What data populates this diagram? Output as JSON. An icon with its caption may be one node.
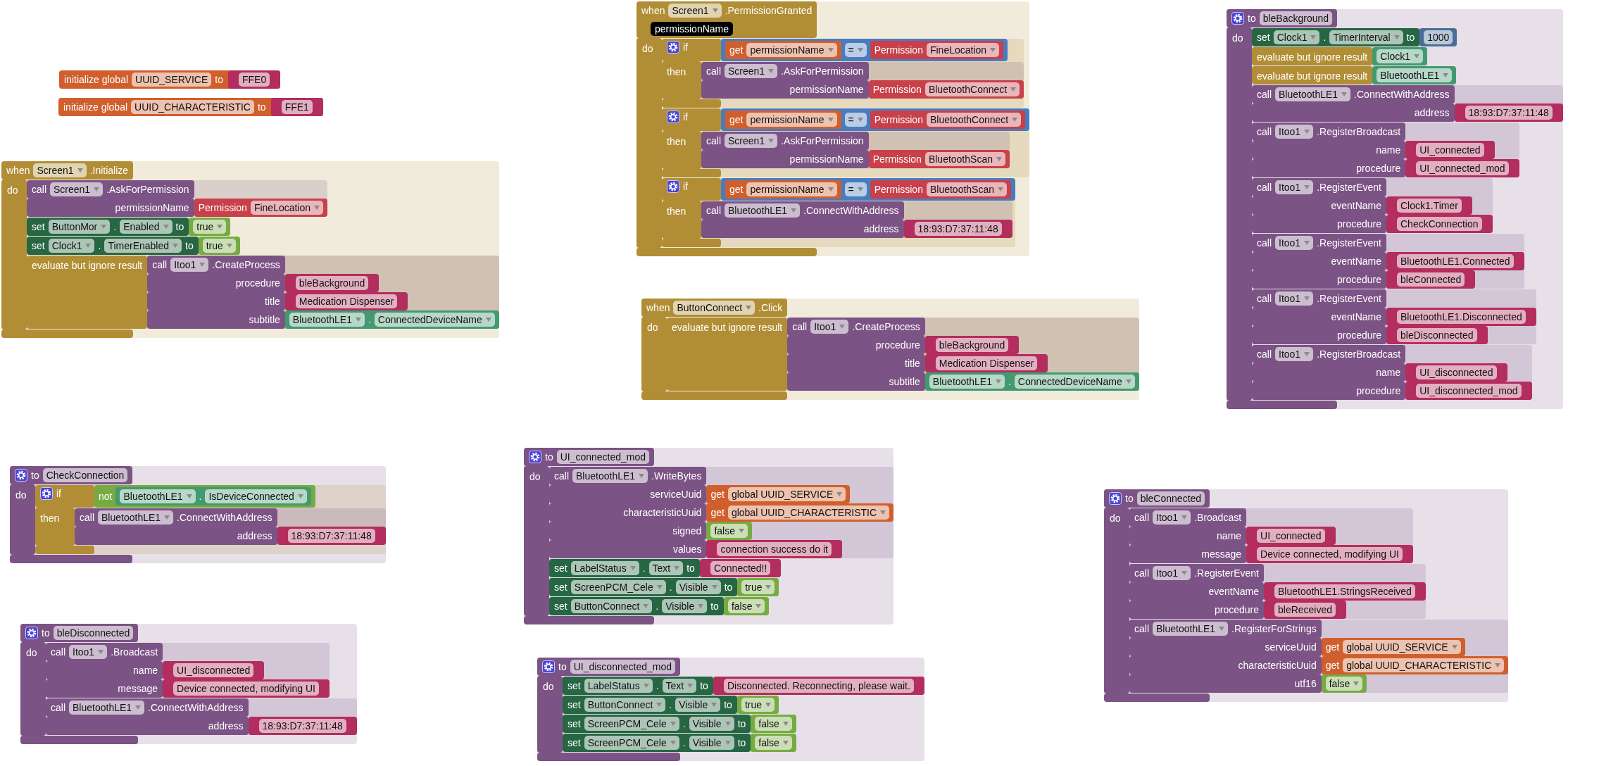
{
  "diagram": {
    "nodes": [
      {
        "text": [
          "initialize global",
          "UUID_SERVICE",
          "to"
        ]
      },
      {
        "text": [
          "FFE0"
        ],
        "in": 0
      },
      {
        "text": [
          "initialize global",
          "UUID_CHARACTERISTIC",
          "to"
        ]
      },
      {
        "text": [
          "FFE1"
        ],
        "in": 2
      },
      {
        "text": [
          "when",
          "Screen1",
          ".PermissionGranted",
          "permissionName",
          "do"
        ]
      },
      {
        "text": [
          "if",
          "then"
        ],
        "in": 4
      },
      {
        "text": [
          "="
        ],
        "in": 5
      },
      {
        "text": [
          "get",
          "permissionName"
        ],
        "in": 6
      },
      {
        "text": [
          "Permission",
          "FineLocation"
        ],
        "in": 6
      },
      {
        "text": [
          "call",
          "Screen1",
          ".AskForPermission",
          "permissionName"
        ],
        "in": 5
      },
      {
        "text": [
          "Permission",
          "BluetoothConnect"
        ],
        "in": 9
      },
      {
        "text": [
          "if",
          "then"
        ],
        "in": 4
      },
      {
        "text": [
          "="
        ],
        "in": 11
      },
      {
        "text": [
          "get",
          "permissionName"
        ],
        "in": 12
      },
      {
        "text": [
          "Permission",
          "BluetoothConnect"
        ],
        "in": 12
      },
      {
        "text": [
          "call",
          "Screen1",
          ".AskForPermission",
          "permissionName"
        ],
        "in": 11
      },
      {
        "text": [
          "Permission",
          "BluetoothScan"
        ],
        "in": 15
      },
      {
        "text": [
          "if",
          "then"
        ],
        "in": 4
      },
      {
        "text": [
          "="
        ],
        "in": 17
      },
      {
        "text": [
          "get",
          "permissionName"
        ],
        "in": 18
      },
      {
        "text": [
          "Permission",
          "BluetoothScan"
        ],
        "in": 18
      },
      {
        "text": [
          "call",
          "BluetoothLE1",
          ".ConnectWithAddress",
          "address"
        ],
        "in": 17
      },
      {
        "text": [
          "18:93:D7:37:11:48"
        ],
        "in": 21
      },
      {
        "text": [
          "to",
          "bleBackground",
          "do"
        ]
      },
      {
        "text": [
          "set",
          "Clock1",
          ".",
          "TimerInterval",
          "to"
        ],
        "in": 23
      },
      {
        "text": [
          "1000"
        ],
        "in": 24
      },
      {
        "text": [
          "evaluate but ignore result"
        ],
        "in": 23
      },
      {
        "text": [
          "Clock1"
        ],
        "in": 26
      },
      {
        "text": [
          "evaluate but ignore result"
        ],
        "in": 23
      },
      {
        "text": [
          "BluetoothLE1"
        ],
        "in": 28
      },
      {
        "text": [
          "call",
          "BluetoothLE1",
          ".ConnectWithAddress",
          "address"
        ],
        "in": 23
      },
      {
        "text": [
          "18:93:D7:37:11:48"
        ],
        "in": 30
      },
      {
        "text": [
          "call",
          "Itoo1",
          ".RegisterBroadcast",
          "name",
          "procedure"
        ],
        "in": 23
      },
      {
        "text": [
          "UI_connected"
        ],
        "in": 32
      },
      {
        "text": [
          "UI_connected_mod"
        ],
        "in": 32
      },
      {
        "text": [
          "call",
          "Itoo1",
          ".RegisterEvent",
          "eventName",
          "procedure"
        ],
        "in": 23
      },
      {
        "text": [
          "Clock1.Timer"
        ],
        "in": 35
      },
      {
        "text": [
          "CheckConnection"
        ],
        "in": 35
      },
      {
        "text": [
          "call",
          "Itoo1",
          ".RegisterEvent",
          "eventName",
          "procedure"
        ],
        "in": 23
      },
      {
        "text": [
          "BluetoothLE1.Connected"
        ],
        "in": 38
      },
      {
        "text": [
          "bleConnected"
        ],
        "in": 38
      },
      {
        "text": [
          "call",
          "Itoo1",
          ".RegisterEvent",
          "eventName",
          "procedure"
        ],
        "in": 23
      },
      {
        "text": [
          "BluetoothLE1.Disconnected"
        ],
        "in": 41
      },
      {
        "text": [
          "bleDisconnected"
        ],
        "in": 41
      },
      {
        "text": [
          "call",
          "Itoo1",
          ".RegisterBroadcast",
          "name",
          "procedure"
        ],
        "in": 23
      },
      {
        "text": [
          "UI_disconnected"
        ],
        "in": 44
      },
      {
        "text": [
          "UI_disconnected_mod"
        ],
        "in": 44
      },
      {
        "text": [
          "when",
          "Screen1",
          ".Initialize",
          "do"
        ]
      },
      {
        "text": [
          "call",
          "Screen1",
          ".AskForPermission",
          "permissionName"
        ],
        "in": 47
      },
      {
        "text": [
          "Permission",
          "FineLocation"
        ],
        "in": 48
      },
      {
        "text": [
          "set",
          "ButtonMor",
          ".",
          "Enabled",
          "to"
        ],
        "in": 47
      },
      {
        "text": [
          "true"
        ],
        "in": 50
      },
      {
        "text": [
          "set",
          "Clock1",
          ".",
          "TimerEnabled",
          "to"
        ],
        "in": 47
      },
      {
        "text": [
          "true"
        ],
        "in": 52
      },
      {
        "text": [
          "evaluate but ignore result"
        ],
        "in": 47
      },
      {
        "text": [
          "call",
          "Itoo1",
          ".CreateProcess",
          "procedure",
          "title",
          "subtitle"
        ],
        "in": 54
      },
      {
        "text": [
          "bleBackground"
        ],
        "in": 55
      },
      {
        "text": [
          "Medication Dispenser"
        ],
        "in": 55
      },
      {
        "text": [
          "BluetoothLE1",
          ".",
          "ConnectedDeviceName"
        ],
        "in": 55
      },
      {
        "text": [
          "when",
          "ButtonConnect",
          ".Click",
          "do"
        ]
      },
      {
        "text": [
          "evaluate but ignore result"
        ],
        "in": 59
      },
      {
        "text": [
          "call",
          "Itoo1",
          ".CreateProcess",
          "procedure",
          "title",
          "subtitle"
        ],
        "in": 60
      },
      {
        "text": [
          "bleBackground"
        ],
        "in": 61
      },
      {
        "text": [
          "Medication Dispenser"
        ],
        "in": 61
      },
      {
        "text": [
          "BluetoothLE1",
          ".",
          "ConnectedDeviceName"
        ],
        "in": 61
      },
      {
        "text": [
          "to",
          "CheckConnection",
          "do"
        ]
      },
      {
        "text": [
          "if",
          "then"
        ],
        "in": 65
      },
      {
        "text": [
          "not"
        ],
        "in": 66
      },
      {
        "text": [
          "BluetoothLE1",
          ".",
          "IsDeviceConnected"
        ],
        "in": 67
      },
      {
        "text": [
          "call",
          "BluetoothLE1",
          ".ConnectWithAddress",
          "address"
        ],
        "in": 66
      },
      {
        "text": [
          "18:93:D7:37:11:48"
        ],
        "in": 69
      },
      {
        "text": [
          "to",
          "UI_connected_mod",
          "do"
        ]
      },
      {
        "text": [
          "call",
          "BluetoothLE1",
          ".WriteBytes",
          "serviceUuid",
          "characteristicUuid",
          "signed",
          "values"
        ],
        "in": 71
      },
      {
        "text": [
          "get",
          "global UUID_SERVICE"
        ],
        "in": 72
      },
      {
        "text": [
          "get",
          "global UUID_CHARACTERISTIC"
        ],
        "in": 72
      },
      {
        "text": [
          "false"
        ],
        "in": 72
      },
      {
        "text": [
          "connection success do it"
        ],
        "in": 72
      },
      {
        "text": [
          "set",
          "LabelStatus",
          ".",
          "Text",
          "to"
        ],
        "in": 71
      },
      {
        "text": [
          "Connected!!"
        ],
        "in": 77
      },
      {
        "text": [
          "set",
          "ScreenPCM_Cele",
          ".",
          "Visible",
          "to"
        ],
        "in": 71
      },
      {
        "text": [
          "true"
        ],
        "in": 79
      },
      {
        "text": [
          "set",
          "ButtonConnect",
          ".",
          "Visible",
          "to"
        ],
        "in": 71
      },
      {
        "text": [
          "false"
        ],
        "in": 81
      },
      {
        "text": [
          "to",
          "bleConnected",
          "do"
        ]
      },
      {
        "text": [
          "call",
          "Itoo1",
          ".Broadcast",
          "name",
          "message"
        ],
        "in": 83
      },
      {
        "text": [
          "UI_connected"
        ],
        "in": 84
      },
      {
        "text": [
          "Device connected, modifying UI"
        ],
        "in": 84
      },
      {
        "text": [
          "call",
          "Itoo1",
          ".RegisterEvent",
          "eventName",
          "procedure"
        ],
        "in": 83
      },
      {
        "text": [
          "BluetoothLE1.StringsReceived"
        ],
        "in": 87
      },
      {
        "text": [
          "bleReceived"
        ],
        "in": 87
      },
      {
        "text": [
          "call",
          "BluetoothLE1",
          ".RegisterForStrings",
          "serviceUuid",
          "characteristicUuid",
          "utf16"
        ],
        "in": 83
      },
      {
        "text": [
          "get",
          "global UUID_SERVICE"
        ],
        "in": 90
      },
      {
        "text": [
          "get",
          "global UUID_CHARACTERISTIC"
        ],
        "in": 90
      },
      {
        "text": [
          "false"
        ],
        "in": 90
      },
      {
        "text": [
          "to",
          "bleDisconnected",
          "do"
        ]
      },
      {
        "text": [
          "call",
          "Itoo1",
          ".Broadcast",
          "name",
          "message"
        ],
        "in": 94
      },
      {
        "text": [
          "UI_disconnected"
        ],
        "in": 95
      },
      {
        "text": [
          "Device connected, modifying UI"
        ],
        "in": 95
      },
      {
        "text": [
          "call",
          "BluetoothLE1",
          ".ConnectWithAddress",
          "address"
        ],
        "in": 94
      },
      {
        "text": [
          "18:93:D7:37:11:48"
        ],
        "in": 98
      },
      {
        "text": [
          "to",
          "UI_disconnected_mod",
          "do"
        ]
      },
      {
        "text": [
          "set",
          "LabelStatus",
          ".",
          "Text",
          "to"
        ],
        "in": 100
      },
      {
        "text": [
          "Disconnected. Reconnecting, please wait."
        ],
        "in": 101
      },
      {
        "text": [
          "set",
          "ButtonConnect",
          ".",
          "Visible",
          "to"
        ],
        "in": 100
      },
      {
        "text": [
          "true"
        ],
        "in": 103
      },
      {
        "text": [
          "set",
          "ScreenPCM_Cele",
          ".",
          "Visible",
          "to"
        ],
        "in": 100
      },
      {
        "text": [
          "false"
        ],
        "in": 105
      },
      {
        "text": [
          "set",
          "ScreenPCM_Cele",
          ".",
          "Visible",
          "to"
        ],
        "in": 100
      },
      {
        "text": [
          "false"
        ],
        "in": 107
      }
    ]
  }
}
